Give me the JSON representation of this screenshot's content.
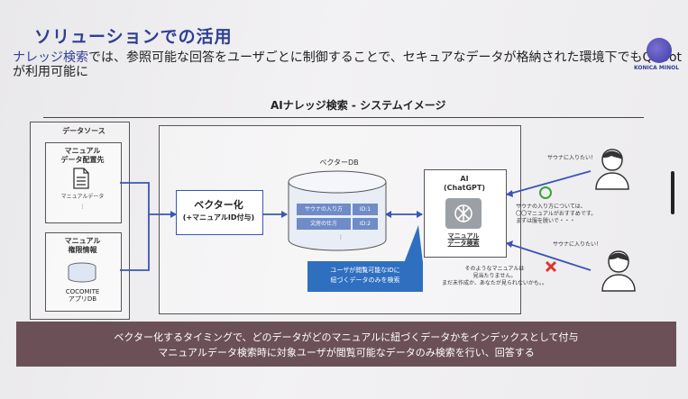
{
  "title": "ソリューションでの活用",
  "subtitle_highlight": "ナレッジ検索",
  "subtitle_rest": "では、参照可能な回答をユーザごとに制御することで、セキュアなデータが格納された環境下でもQAbotが利用可能に",
  "logo_text": "KONICA MINOL",
  "system_title": "AIナレッジ検索 - システムイメージ",
  "datasource": {
    "heading": "データソース",
    "manual_dest": "マニュアル\nデータ配置先",
    "manual_data": "マニュアルデータ",
    "manual_perm": "マニュアル\n権限情報",
    "cocomite": "COCOMITE\nアプリDB"
  },
  "vectorize": {
    "line1": "ベクター化",
    "line2": "(+マニュアルID付与)"
  },
  "vectordb": {
    "label": "ベクターDB",
    "rows": [
      {
        "text": "サウナの入り方",
        "id": "ID:1"
      },
      {
        "text": "文房の仕方",
        "id": "ID:2"
      }
    ]
  },
  "callout": "ユーザが閲覧可能なIDに\n紐づくデータのみを検索",
  "ai": {
    "line1": "AI",
    "line2": "(ChatGPT)",
    "search_label": "マニュアル\nデータ検索"
  },
  "chat": {
    "q1": "サウナに入りたい！",
    "a1": "サウナの入り方については、\n〇〇マニュアルがおすすめです。\nまずは服を脱いで・・・",
    "q2": "サウナに入りたい！",
    "a2": "そのようなマニュアルは\n見当たりません。\nまだ未作成か、あなたが見られないかも。。"
  },
  "bottom": {
    "line1": "ベクター化するタイミングで、どのデータがどのマニュアルに紐づくデータかをインデックスとして付与",
    "line2": "マニュアルデータ検索時に対象ユーザが閲覧可能なデータのみ検索を行い、回答する"
  },
  "colors": {
    "accent": "#2e3f93",
    "flow": "#3b55b5",
    "callout": "#2f6fc0",
    "bottom_bar": "#6b5157",
    "ng": "#e0322c",
    "ok": "#3fa13a"
  }
}
